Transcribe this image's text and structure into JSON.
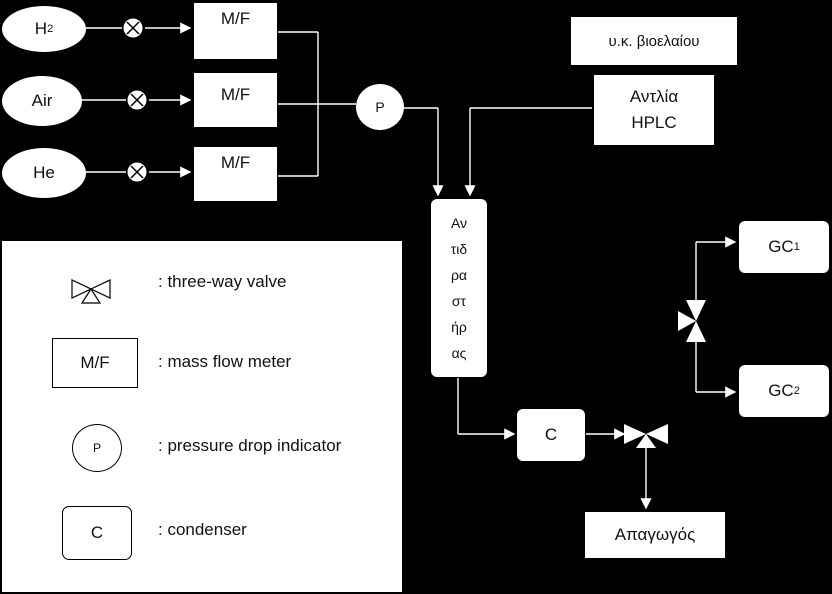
{
  "gases": [
    {
      "label": "H",
      "sub": "2"
    },
    {
      "label": "Air",
      "sub": ""
    },
    {
      "label": "He",
      "sub": ""
    }
  ],
  "mf_label": "M/F",
  "pressure_label": "P",
  "vk_label": "υ.κ. βιοελαίου",
  "pump": {
    "line1": "Αντλία",
    "line2": "HPLC"
  },
  "reactor_lines": [
    "Αν",
    "τιδ",
    "ρα",
    "στ",
    "ήρ",
    "ας"
  ],
  "condenser_label": "C",
  "gc1": {
    "label": "GC",
    "sub": "1"
  },
  "gc2": {
    "label": "GC",
    "sub": "2"
  },
  "exhaust_label": "Απαγωγός",
  "legend": {
    "valve_text": ": three-way valve",
    "mf_box": "M/F",
    "mf_text": ": mass flow meter",
    "p_circle": "P",
    "p_text": ": pressure drop indicator",
    "c_box": "C",
    "c_text": ": condenser"
  }
}
